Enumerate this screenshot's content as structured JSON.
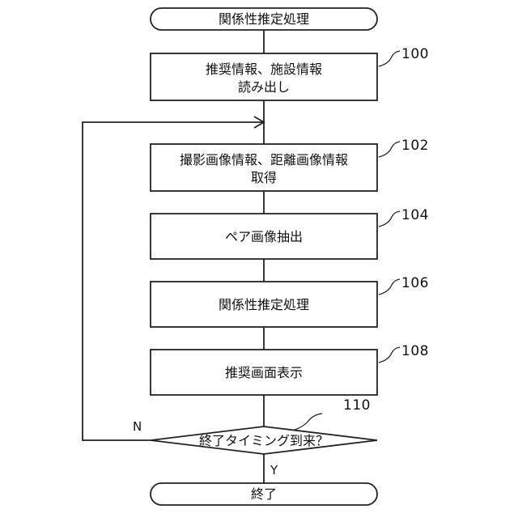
{
  "start": {
    "label": "関係性推定処理"
  },
  "steps": [
    {
      "ref": "100",
      "lines": [
        "推奨情報、施設情報",
        "読み出し"
      ]
    },
    {
      "ref": "102",
      "lines": [
        "撮影画像情報、距離画像情報",
        "取得"
      ]
    },
    {
      "ref": "104",
      "lines": [
        "ペア画像抽出"
      ]
    },
    {
      "ref": "106",
      "lines": [
        "関係性推定処理"
      ]
    },
    {
      "ref": "108",
      "lines": [
        "推奨画面表示"
      ]
    }
  ],
  "decision": {
    "ref": "110",
    "label": "終了タイミング到来？",
    "yes_label": "Y",
    "no_label": "N"
  },
  "end": {
    "label": "終了"
  }
}
